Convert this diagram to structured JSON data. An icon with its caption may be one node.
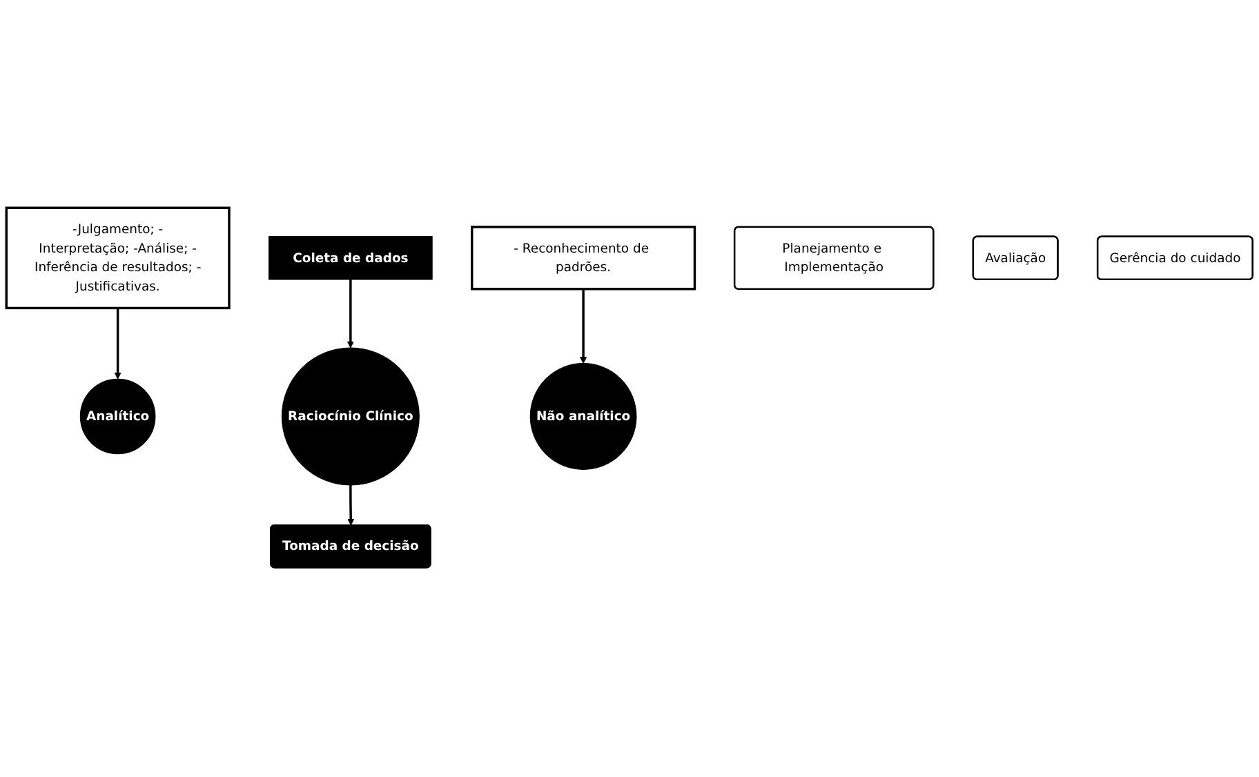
{
  "diagram": {
    "nodes": [
      {
        "text": [
          "Coleta de dados"
        ]
      },
      {
        "text": [
          "Analítico"
        ]
      },
      {
        "text": [
          "Raciocínio Clínico"
        ]
      },
      {
        "text": [
          "Não analítico"
        ]
      },
      {
        "text": [
          "-Julgamento; -Interpretação; -Análise; -Inferência de resultados; -Justificativas."
        ]
      },
      {
        "text": [
          "- Reconhecimento de padrões."
        ]
      },
      {
        "text": [
          "Tomada de decisão"
        ]
      },
      {
        "text": [
          "Planejamento e Implementação"
        ]
      },
      {
        "text": [
          "Avaliação"
        ]
      },
      {
        "text": [
          "Gerência do cuidado"
        ]
      }
    ],
    "edges": [
      {
        "from": 0,
        "to": 2,
        "arrow": "to"
      },
      {
        "from": 4,
        "to": 1,
        "arrow": "to"
      },
      {
        "from": 5,
        "to": 3,
        "arrow": "to"
      },
      {
        "from": 2,
        "to": 6,
        "arrow": "to"
      }
    ]
  }
}
